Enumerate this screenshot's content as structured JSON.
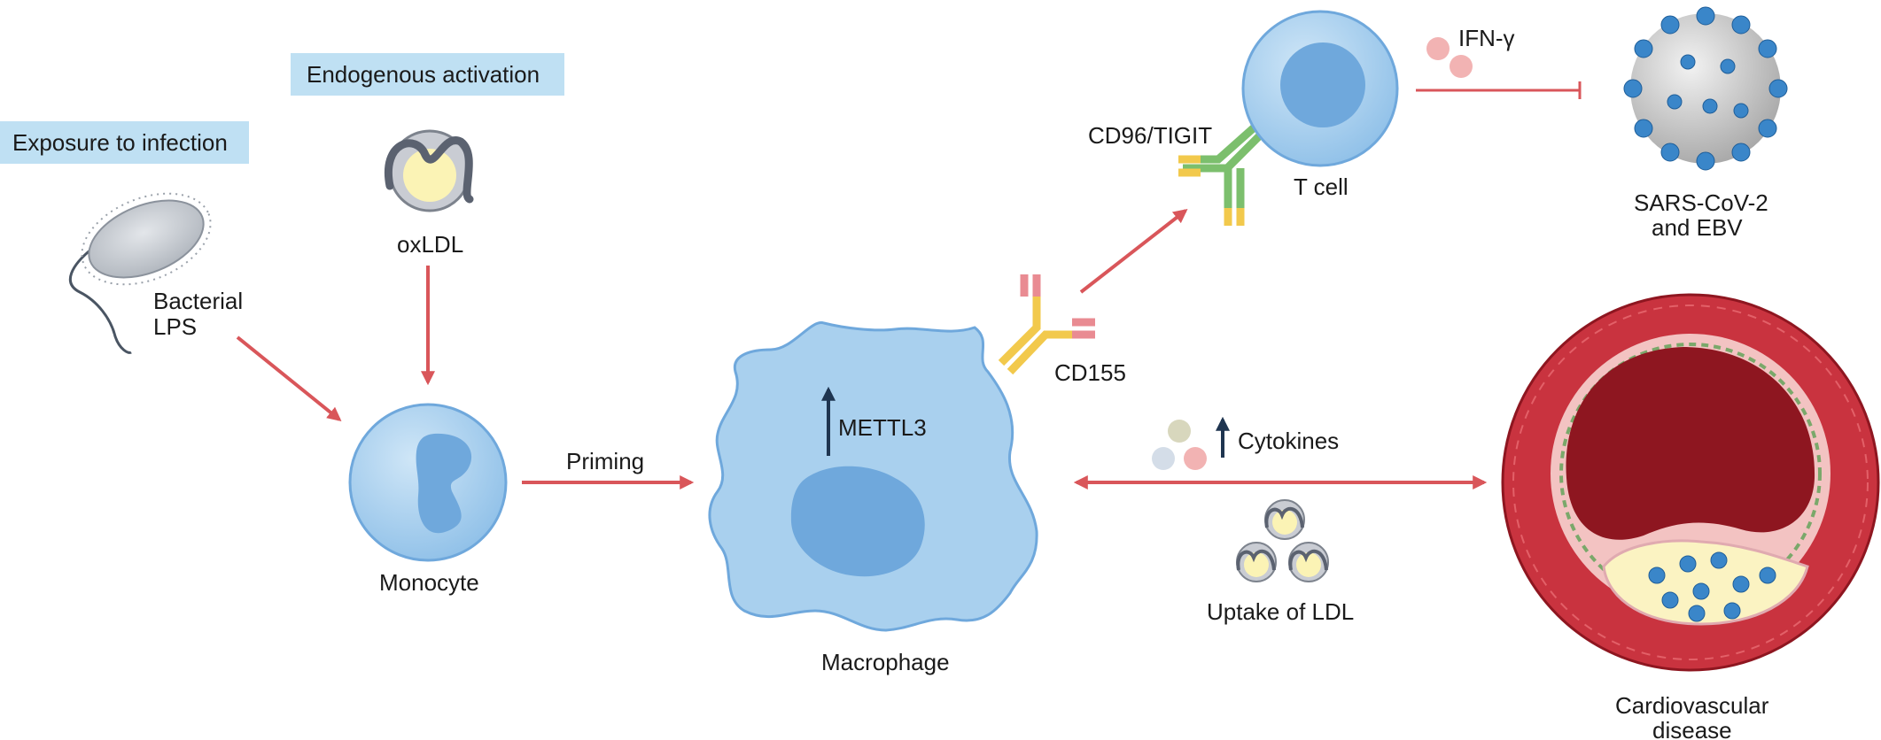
{
  "boxes": {
    "exposure": "Exposure to infection",
    "endogenous": "Endogenous activation"
  },
  "labels": {
    "bacterial_line1": "Bacterial",
    "bacterial_line2": "LPS",
    "oxldl": "oxLDL",
    "monocyte": "Monocyte",
    "priming": "Priming",
    "mettl3": "METTL3",
    "macrophage": "Macrophage",
    "cd155": "CD155",
    "cd96_tigit": "CD96/TIGIT",
    "tcell": "T cell",
    "ifn": "IFN-γ",
    "virus_line1": "SARS-CoV-2",
    "virus_line2": "and EBV",
    "cytokines": "Cytokines",
    "uptake": "Uptake of LDL",
    "cvd_line1": "Cardiovascular",
    "cvd_line2": "disease"
  },
  "colors": {
    "arrow": "#d9565a",
    "cell_light": "#a9d0ee",
    "cell_dark": "#6fa8dc",
    "box_bg": "#bfe0f3",
    "vessel_red": "#c9333f",
    "lumen": "#8e1620"
  }
}
